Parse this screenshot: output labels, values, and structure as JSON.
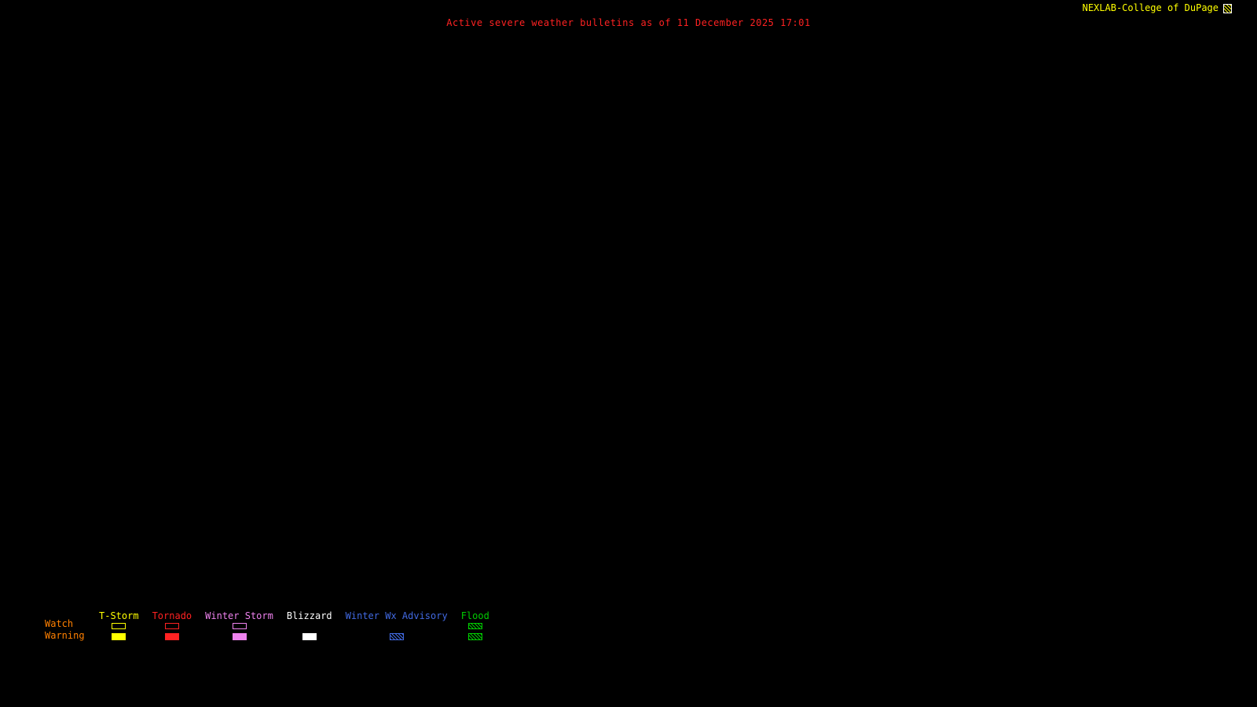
{
  "page": {
    "background": "#000000"
  },
  "header": {
    "title": "Active severe weather bulletins as of 11 December 2025 17:01",
    "title_color": "#ff2222",
    "brand": "NEXLAB-College of DuPage",
    "brand_color": "#ffff00",
    "brand_icon": "cod-logo-icon"
  },
  "legend": {
    "label_color": "#ff8000",
    "rows": [
      {
        "label": "Watch"
      },
      {
        "label": "Warning"
      }
    ],
    "columns": [
      {
        "label": "T-Storm",
        "color": "#ffff00",
        "watch": "outline",
        "warning": "fill"
      },
      {
        "label": "Tornado",
        "color": "#ff2222",
        "watch": "outline",
        "warning": "fill"
      },
      {
        "label": "Winter Storm",
        "color": "#ee82ee",
        "watch": "outline",
        "warning": "fill"
      },
      {
        "label": "Blizzard",
        "color": "#ffffff",
        "watch": "none",
        "warning": "fill"
      },
      {
        "label": "Winter Wx Advisory",
        "color": "#4169e1",
        "watch": "none",
        "warning": "hatch"
      },
      {
        "label": "Flood",
        "color": "#00cc00",
        "watch": "hatch",
        "warning": "hatch"
      }
    ]
  }
}
